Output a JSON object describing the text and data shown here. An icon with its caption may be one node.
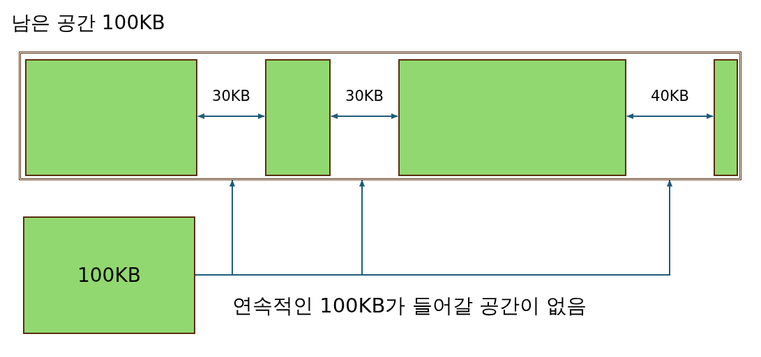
{
  "diagram": {
    "nodes": [
      {
        "text": [
          "남은 공간 100KB"
        ]
      },
      {
        "text": [],
        "shape": "box",
        "in": 0
      },
      {
        "text": [],
        "shape": "box",
        "in": 0
      },
      {
        "text": [],
        "shape": "box",
        "in": 0
      },
      {
        "text": [],
        "shape": "box",
        "in": 0
      },
      {
        "text": [
          "100KB"
        ]
      }
    ],
    "edges": [
      {
        "from": 1,
        "to": 2,
        "arrow": "both",
        "label": "30KB"
      },
      {
        "from": 2,
        "to": 3,
        "arrow": "both",
        "label": "30KB"
      },
      {
        "from": 3,
        "to": 4,
        "arrow": "both",
        "label": "40KB"
      },
      {
        "from": 5,
        "to": 0,
        "arrow": "to"
      },
      {
        "from": 5,
        "to": 0,
        "arrow": "to"
      },
      {
        "from": 5,
        "to": 0,
        "arrow": "to"
      }
    ],
    "labels": [
      "연속적인 100KB가 들어갈 공간이 없음"
    ]
  }
}
